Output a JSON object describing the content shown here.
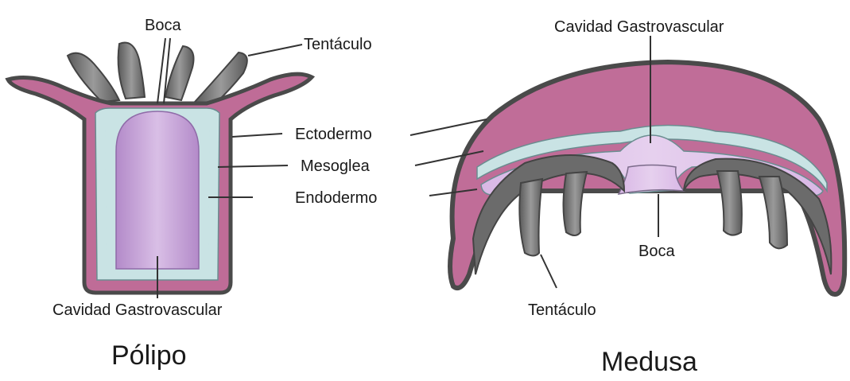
{
  "polyp": {
    "labels": {
      "mouth": "Boca",
      "tentacle": "Tentáculo",
      "ectoderm": "Ectodermo",
      "mesoglea": "Mesoglea",
      "endoderm": "Endodermo",
      "cavity": "Cavidad Gastrovascular"
    },
    "title": "Pólipo"
  },
  "medusa": {
    "labels": {
      "cavity": "Cavidad Gastrovascular",
      "mouth": "Boca",
      "tentacle": "Tentáculo"
    },
    "title": "Medusa"
  },
  "colors": {
    "ectoderm": "#5f5f5f",
    "mesoglea": "#c9e3e4",
    "endoderm": "#b9638f",
    "cavity": "#c7a3d8",
    "tentacle": "#7a7a7a",
    "leader": "#333333"
  }
}
